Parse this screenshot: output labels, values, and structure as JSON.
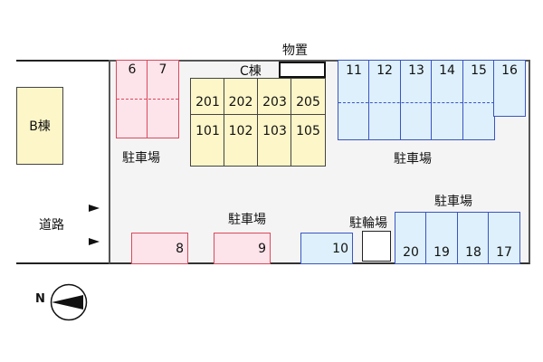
{
  "labels": {
    "storage": "物置",
    "building_c": "C棟",
    "building_b": "B棟",
    "road": "道路",
    "parking_a": "駐車場",
    "parking_b": "駐車場",
    "parking_c": "駐車場",
    "parking_d": "駐車場",
    "bicycle_parking": "駐輪場",
    "north": "N"
  },
  "spaces_top_left": [
    "6",
    "7"
  ],
  "spaces_top_right": [
    "11",
    "12",
    "13",
    "14",
    "15",
    "16"
  ],
  "spaces_bottom": [
    "8",
    "9",
    "10"
  ],
  "spaces_bottom_right": [
    "20",
    "19",
    "18",
    "17"
  ],
  "units_upper": [
    "201",
    "202",
    "203",
    "205"
  ],
  "units_lower": [
    "101",
    "102",
    "103",
    "105"
  ],
  "colors": {
    "pink": "#fde3ea",
    "blue": "#ddf0fb",
    "yellow": "#fdf6c8"
  }
}
